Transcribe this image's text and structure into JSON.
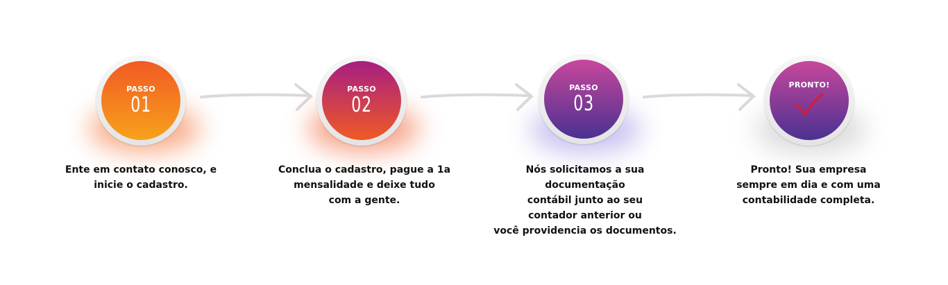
{
  "steps": [
    {
      "kicker": "PASSO",
      "number": "01",
      "lines": [
        "Ente em contato conosco, e",
        "inicie o cadastro."
      ]
    },
    {
      "kicker": "PASSO",
      "number": "02",
      "lines": [
        "Conclua o cadastro, pague a 1a",
        "mensalidade e deixe tudo",
        "com a gente."
      ]
    },
    {
      "kicker": "PASSO",
      "number": "03",
      "lines": [
        "Nós solicitamos a sua",
        "documentação",
        "contábil junto ao seu",
        "contador anterior ou",
        "você providencia os documentos."
      ]
    },
    {
      "kicker": "PRONTO!",
      "icon": "checkmark-icon",
      "lines": [
        "Pronto! Sua empresa",
        "sempre em dia e com uma",
        "contabilidade completa."
      ]
    }
  ],
  "colors": {
    "orange_top": "#f15a24",
    "orange_bottom": "#f7a21b",
    "red_top": "#a61e83",
    "red_bottom": "#ef5a24",
    "purple_top": "#c8479b",
    "purple_bottom": "#4a3192",
    "check": "#d81b35",
    "arrow": "#d7d7d7"
  }
}
